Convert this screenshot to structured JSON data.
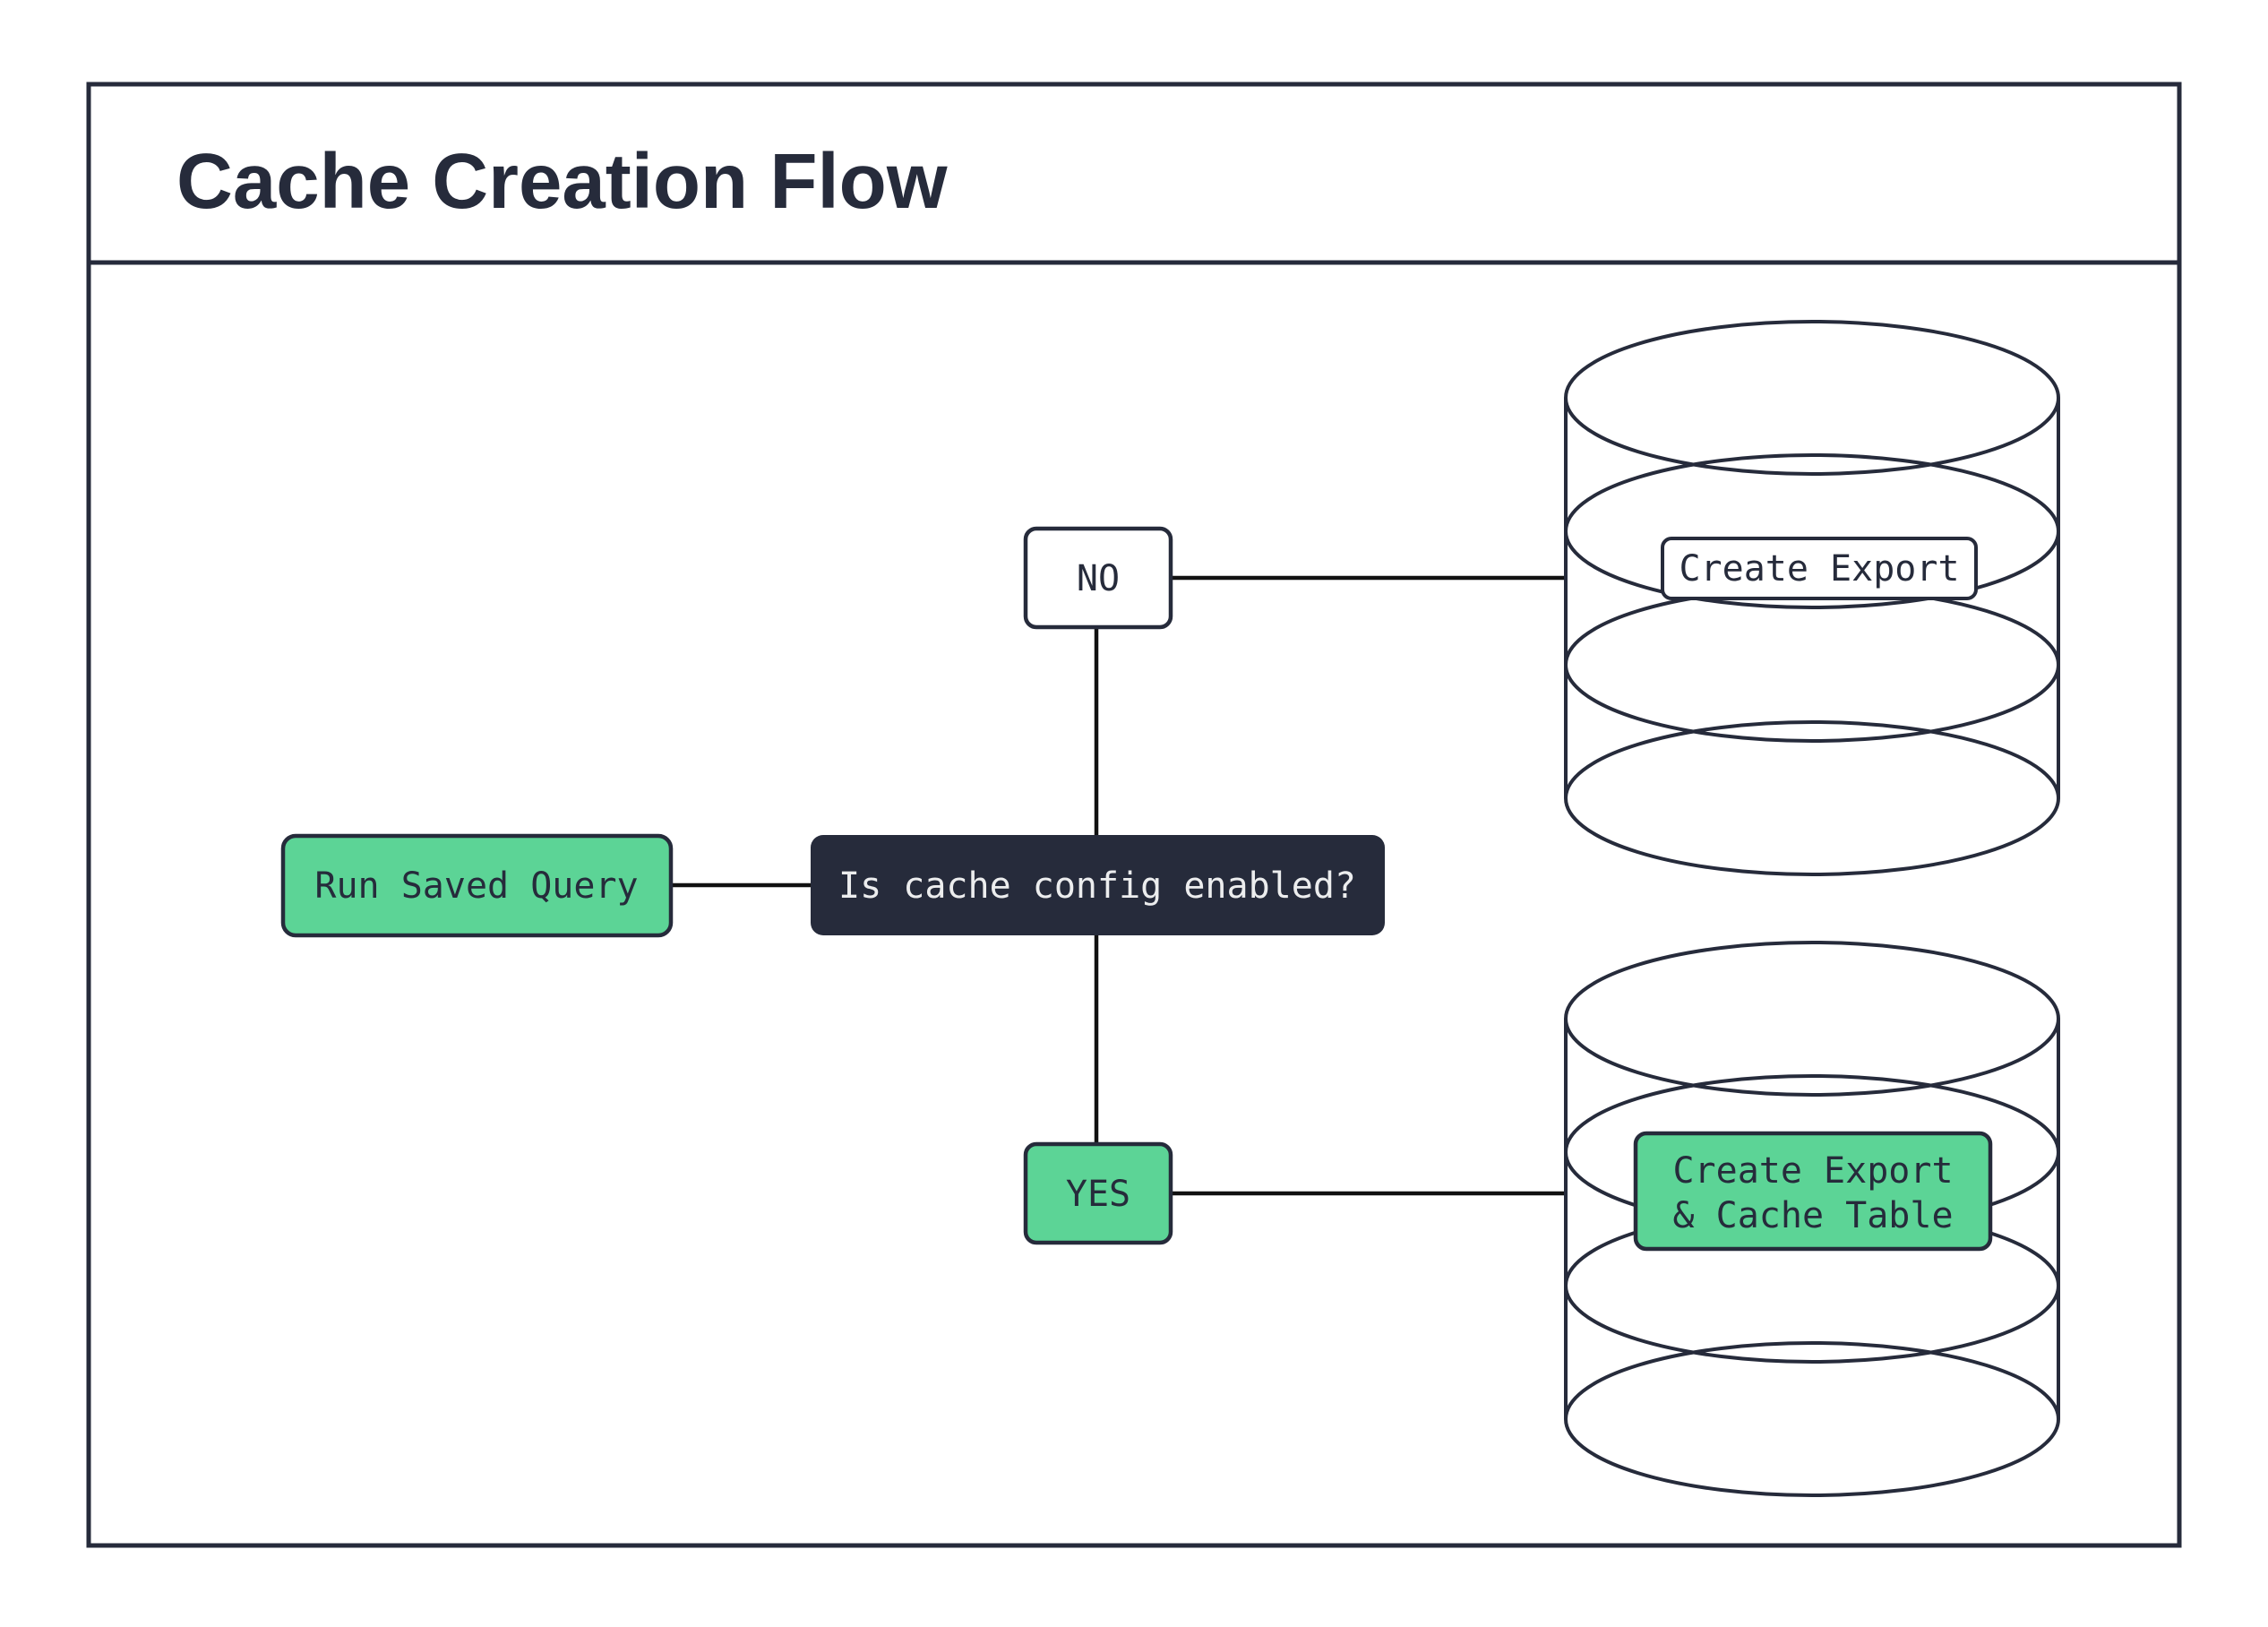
{
  "title": "Cache Creation Flow",
  "colors": {
    "ink": "#262B3B",
    "accent_green": "#5CD496",
    "paper": "#FFFFFF",
    "text_on_dark": "#ECEDEE",
    "connector": "#111111"
  },
  "nodes": {
    "start": {
      "label": "Run Saved Query"
    },
    "decision": {
      "label": "Is cache config enabled?"
    },
    "no_branch": {
      "label": "NO"
    },
    "yes_branch": {
      "label": "YES"
    },
    "no_result": {
      "label": "Create Export"
    },
    "yes_result": {
      "label_line1": "Create Export",
      "label_line2": "& Cache Table"
    }
  }
}
